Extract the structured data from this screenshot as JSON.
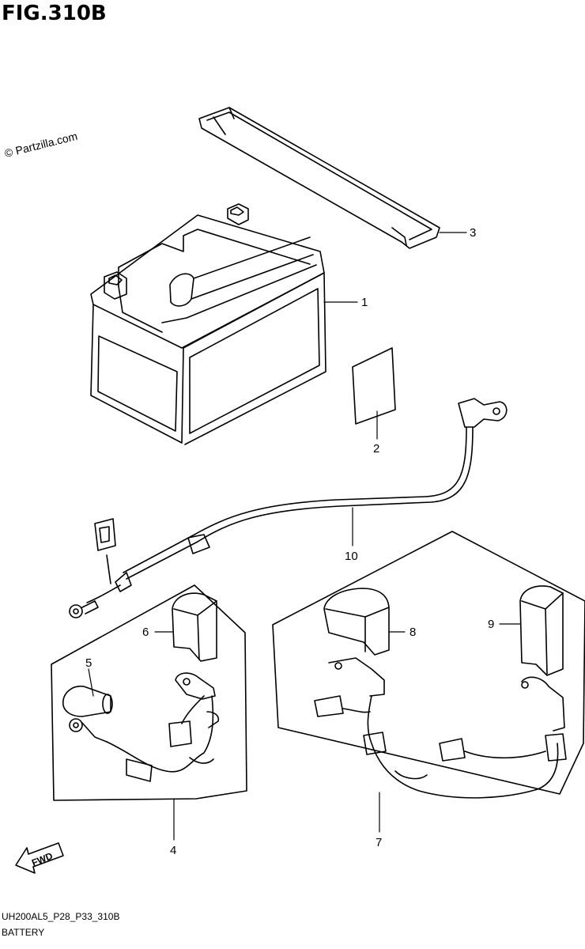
{
  "figure": {
    "title": "FIG.310B",
    "copyright": "© Partzilla.com",
    "drawing_code": "UH200AL5_P28_P33_310B",
    "section_name": "BATTERY",
    "direction_label": "FWD"
  },
  "callouts": [
    {
      "id": "1",
      "text": "1"
    },
    {
      "id": "2",
      "text": "2"
    },
    {
      "id": "3",
      "text": "3"
    },
    {
      "id": "4",
      "text": "4"
    },
    {
      "id": "5",
      "text": "5"
    },
    {
      "id": "6",
      "text": "6"
    },
    {
      "id": "7",
      "text": "7"
    },
    {
      "id": "8",
      "text": "8"
    },
    {
      "id": "9",
      "text": "9"
    },
    {
      "id": "10",
      "text": "10"
    }
  ]
}
